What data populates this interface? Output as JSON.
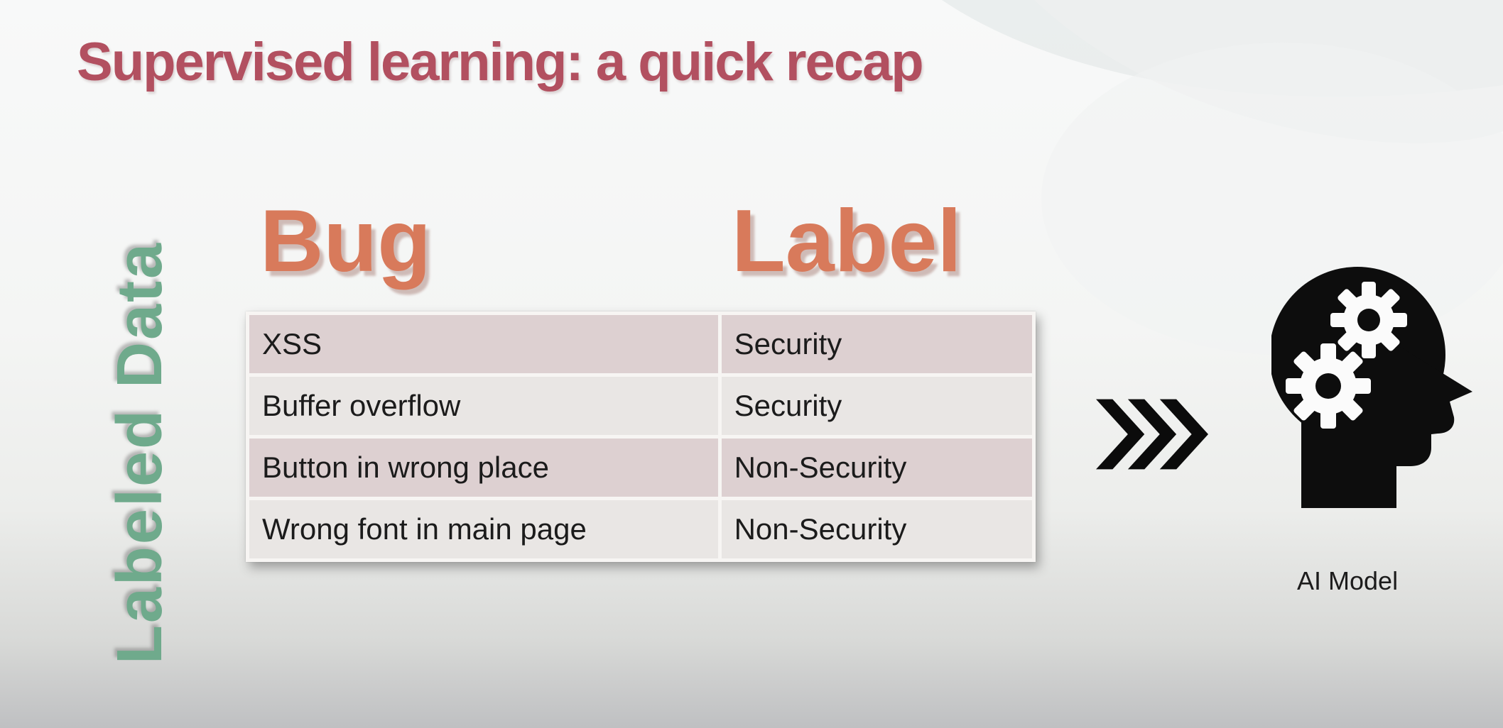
{
  "slide": {
    "title": "Supervised learning: a quick recap",
    "vertical_label": "Labeled Data",
    "table": {
      "columns": [
        "Bug",
        "Label"
      ],
      "rows": [
        {
          "bug": "XSS",
          "label": "Security"
        },
        {
          "bug": "Buffer overflow",
          "label": "Security"
        },
        {
          "bug": "Button in wrong place",
          "label": "Non-Security"
        },
        {
          "bug": "Wrong font in main page",
          "label": "Non-Security"
        }
      ]
    },
    "arrow_icon": "triple-chevron-right",
    "model_icon": "head-with-gears",
    "model_caption": "AI Model",
    "colors": {
      "title": "#b25060",
      "vertical_label": "#6faa8c",
      "column_header": "#d87a5b",
      "row_odd_bg": "#ddd0d1",
      "row_even_bg": "#e9e6e4",
      "table_text": "#1b1b1b",
      "icon_black": "#0d0d0d"
    }
  }
}
